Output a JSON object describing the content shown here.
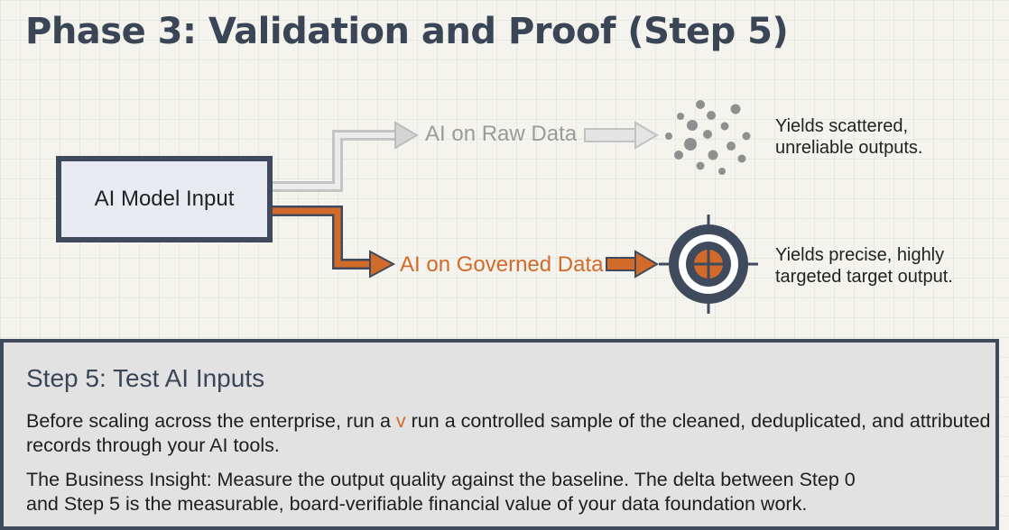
{
  "title": "Phase 3: Validation and Proof (Step 5)",
  "diagram": {
    "input_label": "AI Model Input",
    "raw_label": "AI on Raw Data",
    "governed_label": "AI on Governed Data",
    "raw_note": [
      "Yields scattered,",
      "unreliable outputs."
    ],
    "governed_note": [
      "Yields precise, highly",
      "targeted target output."
    ],
    "colors": {
      "raw_path": "#c9c9c9",
      "governed_path": "#d26a2a",
      "dark": "#3f4b5d",
      "scatter": "#8f8f8f"
    },
    "icons": [
      "scatter-icon",
      "target-icon"
    ]
  },
  "step": {
    "title": "Step 5: Test AI Inputs",
    "p1_before": "Before scaling across the enterprise, run a ",
    "p1_highlight": "v",
    "p1_after": " run a controlled sample of the cleaned, deduplicated, and attributed records through your AI tools.",
    "p2_line1": "The Business Insight: Measure the output quality against the baseline. The delta between Step 0",
    "p2_line2": "and Step 5 is the measurable, board-verifiable financial value of your data foundation work."
  }
}
